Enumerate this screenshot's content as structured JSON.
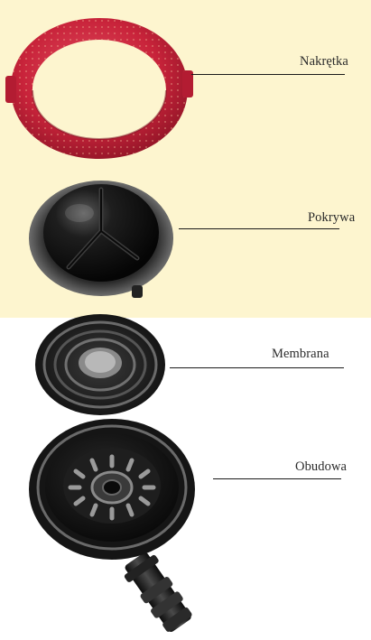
{
  "parts": {
    "nut": {
      "label": "Nakrętka",
      "icon": "red-ring-nut-icon",
      "color": "#c8233a"
    },
    "cover": {
      "label": "Pokrywa",
      "icon": "dome-cover-icon",
      "color": "#1c1c1c"
    },
    "membrane": {
      "label": "Membrana",
      "icon": "membrane-disc-icon",
      "color": "#1c1c1c"
    },
    "housing": {
      "label": "Obudowa",
      "icon": "housing-with-nozzle-icon",
      "color": "#1c1c1c"
    }
  },
  "background": {
    "top_panel": "#fdf5cf",
    "bottom_panel": "#ffffff"
  }
}
